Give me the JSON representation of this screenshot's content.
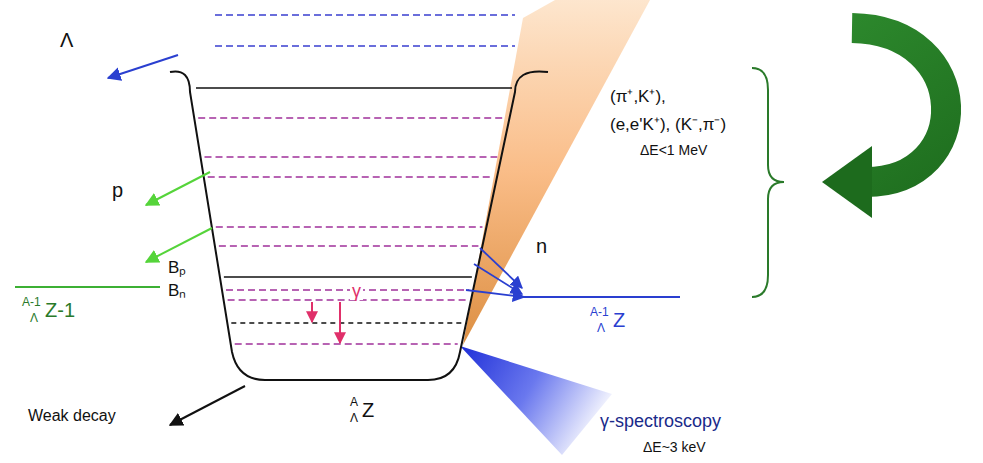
{
  "diagram": {
    "labels": [
      "Λ",
      "p",
      "A-1",
      "Λ",
      "Z-1",
      "Bₚ",
      "Bₙ",
      "γ",
      "n",
      "A-1",
      "Λ",
      "Z",
      "(π⁺,K⁺),",
      "(e,e'K⁺), (K⁻,π⁻)",
      "ΔE<1 MeV",
      "Weak decay",
      "A",
      "Λ",
      "Z",
      "γ-spectroscopy",
      "ΔE~3 keV"
    ]
  }
}
